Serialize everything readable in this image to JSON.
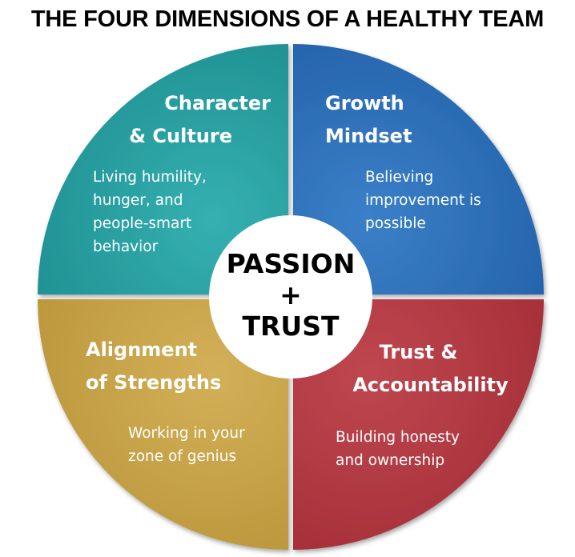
{
  "title": "THE FOUR DIMENSIONS OF A HEALTHY TEAM",
  "colors": {
    "teal": "#2aa1a3",
    "blue": "#2f73bd",
    "gold": "#c8a447",
    "red": "#b23a43",
    "center": "#ffffff",
    "divider": "#ffffff"
  },
  "center": {
    "line1": "PASSION",
    "line2": "+",
    "line3": "TRUST"
  },
  "quadrants": {
    "top_left": {
      "head1": "Character",
      "head2": "& Culture",
      "desc1": "Living humility,",
      "desc2": "hunger, and",
      "desc3": "people-smart",
      "desc4": "behavior"
    },
    "top_right": {
      "head1": "Growth",
      "head2": "Mindset",
      "desc1": "Believing",
      "desc2": "improvement is",
      "desc3": "possible"
    },
    "bottom_left": {
      "head1": "Alignment",
      "head2": "of Strengths",
      "desc1": "Working in your",
      "desc2": "zone of genius"
    },
    "bottom_right": {
      "head1": "Trust &",
      "head2": "Accountability",
      "desc1": "Building honesty",
      "desc2": "and ownership"
    }
  }
}
